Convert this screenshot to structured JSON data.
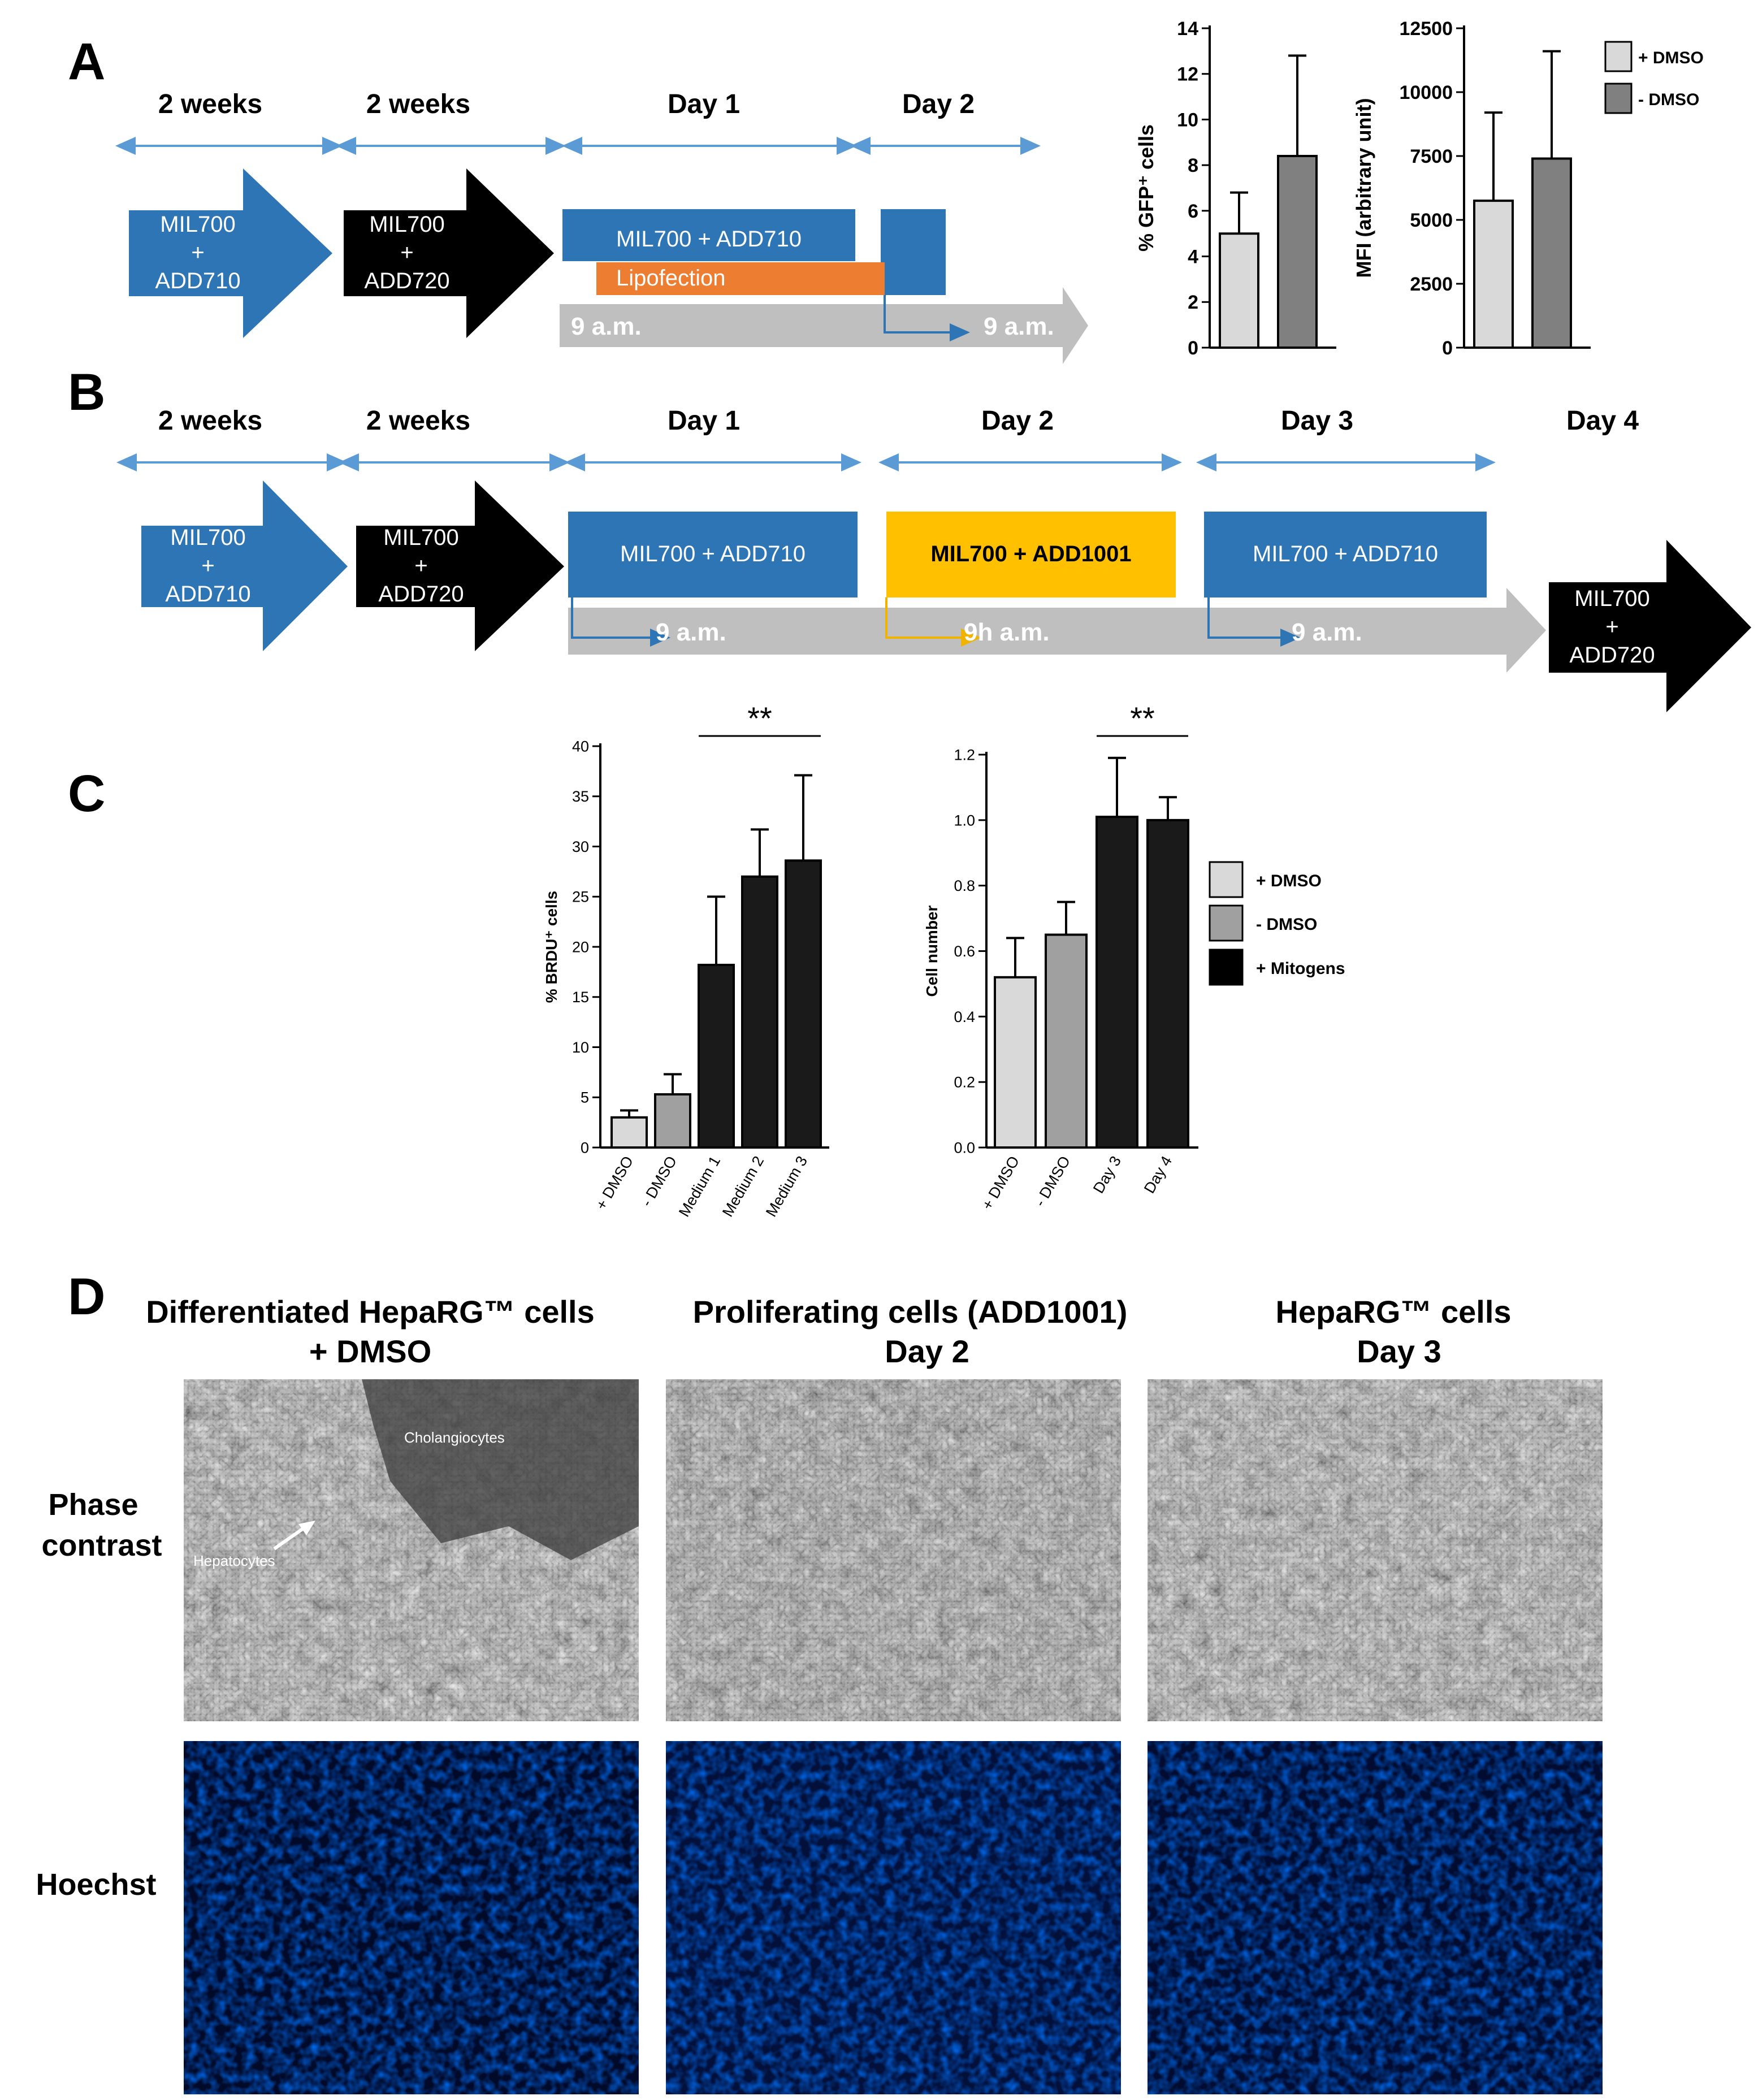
{
  "panels": {
    "a": "A",
    "b": "B",
    "c": "C",
    "d": "D"
  },
  "panel_a": {
    "timeline": {
      "periods": [
        "2 weeks",
        "2 weeks",
        "Day 1",
        "Day 2"
      ],
      "step1": [
        "MIL700",
        "+",
        "ADD710"
      ],
      "step2": [
        "MIL700",
        "+",
        "ADD720"
      ],
      "day1_box": "MIL700 + ADD710",
      "lipofection": "Lipofection",
      "time_start": "9 a.m.",
      "time_end": "9 a.m."
    }
  },
  "panel_b": {
    "periods": [
      "2 weeks",
      "2 weeks",
      "Day 1",
      "Day 2",
      "Day 3",
      "Day 4"
    ],
    "step1": [
      "MIL700",
      "+",
      "ADD710"
    ],
    "step2": [
      "MIL700",
      "+",
      "ADD720"
    ],
    "day1_box": "MIL700 + ADD710",
    "day2_box": "MIL700 + ADD1001",
    "day3_box": "MIL700 + ADD710",
    "step_final": [
      "MIL700",
      "+",
      "ADD720"
    ],
    "times": [
      "9 a.m.",
      "9h a.m.",
      "9 a.m."
    ]
  },
  "legend_a": {
    "items": [
      {
        "label": "+ DMSO",
        "color": "#d9d9d9"
      },
      {
        "label": "- DMSO",
        "color": "#808080"
      }
    ]
  },
  "legend_c": {
    "items": [
      {
        "label": "+ DMSO",
        "color": "#d9d9d9"
      },
      {
        "label": "- DMSO",
        "color": "#a0a0a0"
      },
      {
        "label": "+ Mitogens",
        "color": "#000000"
      }
    ]
  },
  "chart_data": [
    {
      "id": "gfp",
      "type": "bar",
      "categories": [
        "+ DMSO",
        "- DMSO"
      ],
      "values": [
        5.0,
        8.4
      ],
      "errors": [
        1.8,
        4.4
      ],
      "colors": [
        "#d9d9d9",
        "#808080"
      ],
      "ylabel": "% GFP⁺ cells",
      "ylim": [
        0,
        14
      ],
      "yticks": [
        "0",
        "2",
        "4",
        "6",
        "8",
        "10",
        "12",
        "14"
      ]
    },
    {
      "id": "mfi",
      "type": "bar",
      "categories": [
        "+ DMSO",
        "- DMSO"
      ],
      "values": [
        5750,
        7400
      ],
      "errors": [
        3450,
        4200
      ],
      "colors": [
        "#d9d9d9",
        "#808080"
      ],
      "ylabel": "MFI (arbitrary unit)",
      "ylim": [
        0,
        12500
      ],
      "yticks": [
        "0",
        "2500",
        "5000",
        "7500",
        "10000",
        "12500"
      ]
    },
    {
      "id": "brdu",
      "type": "bar",
      "categories": [
        "+ DMSO",
        "- DMSO",
        "Medium 1",
        "Medium 2",
        "Medium 3"
      ],
      "values": [
        3.0,
        5.3,
        18.2,
        27.0,
        28.6
      ],
      "errors": [
        0.7,
        2.0,
        6.8,
        4.7,
        8.5
      ],
      "colors": [
        "#d9d9d9",
        "#a0a0a0",
        "#1a1a1a",
        "#1a1a1a",
        "#1a1a1a"
      ],
      "ylabel": "% BRDU⁺ cells",
      "ylim": [
        0,
        40
      ],
      "yticks": [
        "0",
        "5",
        "10",
        "15",
        "20",
        "25",
        "30",
        "35",
        "40"
      ],
      "significance": "**"
    },
    {
      "id": "cellnum",
      "type": "bar",
      "categories": [
        "+ DMSO",
        "- DMSO",
        "Day 3",
        "Day 4"
      ],
      "values": [
        0.52,
        0.65,
        1.01,
        1.0
      ],
      "errors": [
        0.12,
        0.1,
        0.18,
        0.07
      ],
      "colors": [
        "#d9d9d9",
        "#a0a0a0",
        "#1a1a1a",
        "#1a1a1a"
      ],
      "ylabel": "Cell number",
      "ylim": [
        0,
        1.2
      ],
      "yticks": [
        "0.0",
        "0.2",
        "0.4",
        "0.6",
        "0.8",
        "1.0",
        "1.2"
      ],
      "significance": "**"
    }
  ],
  "panel_d": {
    "columns": [
      {
        "line1": "Differentiated HepaRG™ cells",
        "line2": "+  DMSO"
      },
      {
        "line1": "Proliferating cells (ADD1001)",
        "line2": "Day 2"
      },
      {
        "line1": "HepaRG™ cells",
        "line2": "Day  3"
      }
    ],
    "rows": [
      [
        "Phase",
        "contrast"
      ],
      [
        "Hoechst"
      ]
    ],
    "annotations": {
      "cholangiocytes": "Cholangiocytes",
      "hepatocytes": "Hepatocytes"
    }
  }
}
